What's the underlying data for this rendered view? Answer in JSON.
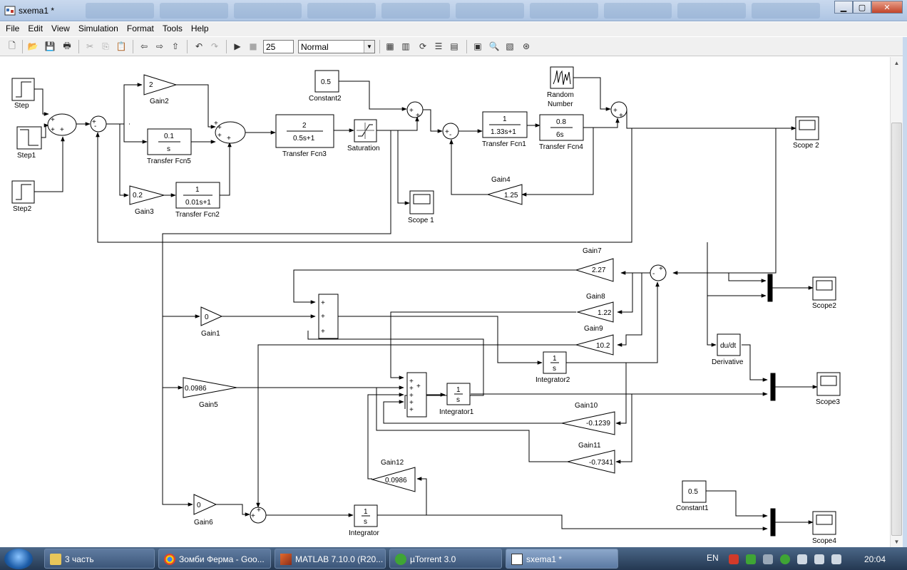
{
  "window": {
    "title": "sxema1 *"
  },
  "menu": [
    "File",
    "Edit",
    "View",
    "Simulation",
    "Format",
    "Tools",
    "Help"
  ],
  "toolbar": {
    "stop_time": "25",
    "sim_mode": "Normal"
  },
  "diagram": {
    "blocks": {
      "step": "Step",
      "step1": "Step1",
      "step2": "Step2",
      "gain2_val": "2",
      "gain2": "Gain2",
      "tf5_num": "0.1",
      "tf5_den": "s",
      "tf5": "Transfer Fcn5",
      "gain3_val": "0.2",
      "gain3": "Gain3",
      "tf2_num": "1",
      "tf2_den": "0.01s+1",
      "tf2": "Transfer Fcn2",
      "tf3_num": "2",
      "tf3_den": "0.5s+1",
      "tf3": "Transfer Fcn3",
      "saturation": "Saturation",
      "const2_val": "0.5",
      "const2": "Constant2",
      "scope1": "Scope 1",
      "tf1_num": "1",
      "tf1_den": "1.33s+1",
      "tf1": "Transfer Fcn1",
      "tf4_num": "0.8",
      "tf4_den": "6s",
      "tf4": "Transfer Fcn4",
      "random_l1": "Random",
      "random_l2": "Number",
      "gain4": "Gain4",
      "gain4_val": "1.25",
      "scope2": "Scope 2",
      "gain7": "Gain7",
      "gain7_val": "2.27",
      "gain8": "Gain8",
      "gain8_val": "1.22",
      "gain9": "Gain9",
      "gain9_val": "10.2",
      "gain1_val": "0",
      "gain1": "Gain1",
      "integrator2_num": "1",
      "integrator2_den": "s",
      "integrator2": "Integrator2",
      "derivative_val": "du/dt",
      "derivative": "Derivative",
      "scope2b": "Scope2",
      "scope3": "Scope3",
      "gain5_val": "0.0986",
      "gain5": "Gain5",
      "integrator1_num": "1",
      "integrator1_den": "s",
      "integrator1": "Integrator1",
      "gain10": "Gain10",
      "gain10_val": "-0.1239",
      "gain11": "Gain11",
      "gain11_val": "-0.7341",
      "gain12": "Gain12",
      "gain12_val": "0.0986",
      "const1_val": "0.5",
      "const1": "Constant1",
      "gain6_val": "0",
      "gain6": "Gain6",
      "integrator_num": "1",
      "integrator_den": "s",
      "integrator": "Integrator",
      "scope4": "Scope4"
    }
  },
  "taskbar": {
    "items": [
      "3 часть",
      "Зомби Ферма - Goo...",
      "MATLAB  7.10.0 (R20...",
      "µTorrent 3.0",
      "sxema1 *"
    ],
    "lang": "EN",
    "clock": "20:04"
  },
  "colors": {
    "titlebar": "#c9d9ee",
    "taskbar": "#243851",
    "close_button": "#c2442a"
  }
}
